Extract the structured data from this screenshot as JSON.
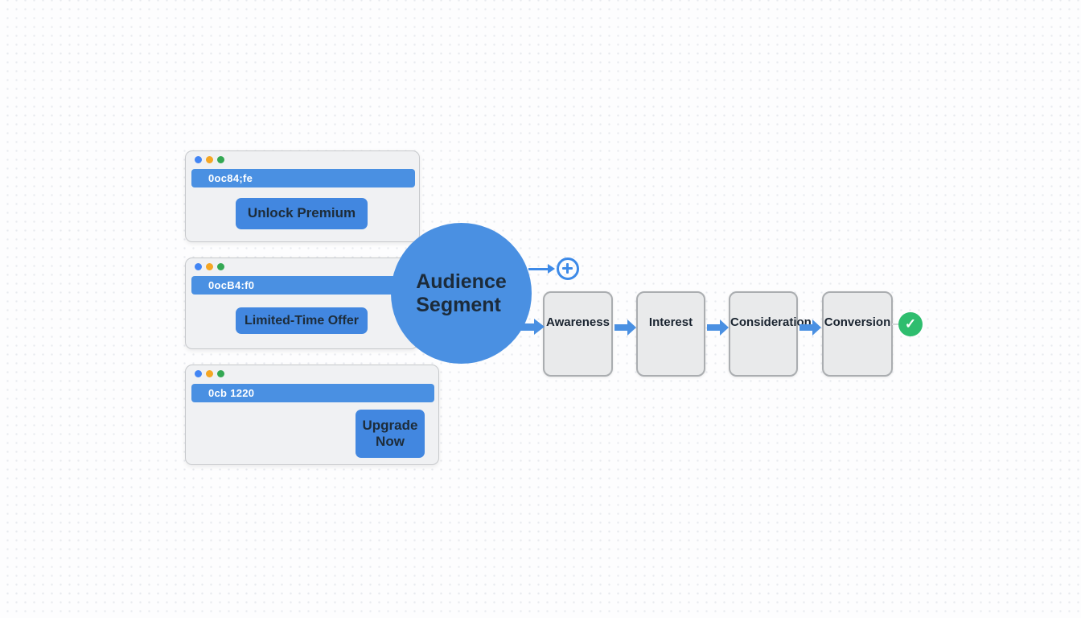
{
  "diagram_title": "audience-segment-funnel",
  "colors": {
    "primary_blue": "#4a90e2",
    "button_blue": "#4287e0",
    "arrow_blue": "#3d8ae8",
    "success_green": "#2ebd6e",
    "dark_text": "#1d2c3a",
    "window_fill": "#f0f1f3",
    "stage_fill": "#e9eaeb",
    "stage_border": "#aaadb0",
    "traffic_blue": "#4285f4",
    "traffic_orange": "#f5a623",
    "traffic_green": "#34a853"
  },
  "browser_windows": [
    {
      "address_url": "0oc84;fe",
      "cta_label": "Unlock Premium"
    },
    {
      "address_url": "0ocB4:f0",
      "cta_label": "Limited-Time Offer"
    },
    {
      "address_url": "0cb 1220",
      "cta_label": "Upgrade Now"
    }
  ],
  "segment": {
    "line1": "Audience",
    "line2": "Segment"
  },
  "icons": {
    "add_icon": "+",
    "check_icon": "✓"
  },
  "funnel": {
    "stages": [
      {
        "label": "Awareness"
      },
      {
        "label": "Interest"
      },
      {
        "label": "Consideration"
      },
      {
        "label": "Conversion"
      }
    ]
  }
}
